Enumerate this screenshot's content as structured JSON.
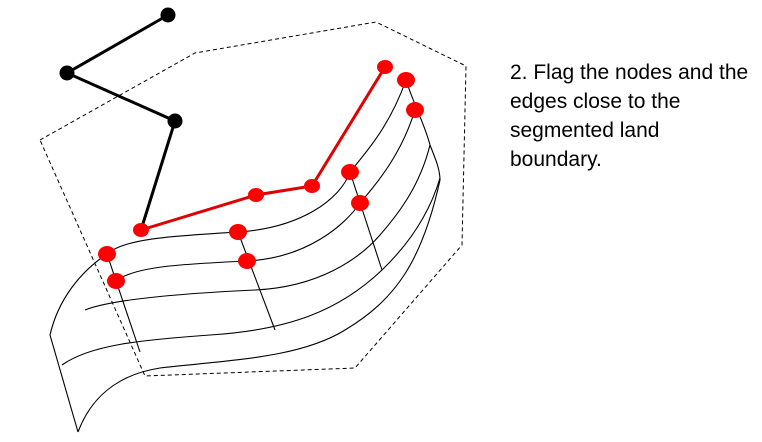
{
  "caption": {
    "text": "2. Flag the nodes and the edges close to the segmented land boundary."
  },
  "colors": {
    "background": "#ffffff",
    "ink": "#000000",
    "flagged": "#ff0000",
    "flagged_edge": "#e00000"
  },
  "legend_semantics": {
    "black_path": "unflagged nodes and edges",
    "red_path": "flagged nodes and edges near land boundary",
    "dashed_polygon": "segmented land boundary",
    "curved_mesh": "terrain surface"
  }
}
